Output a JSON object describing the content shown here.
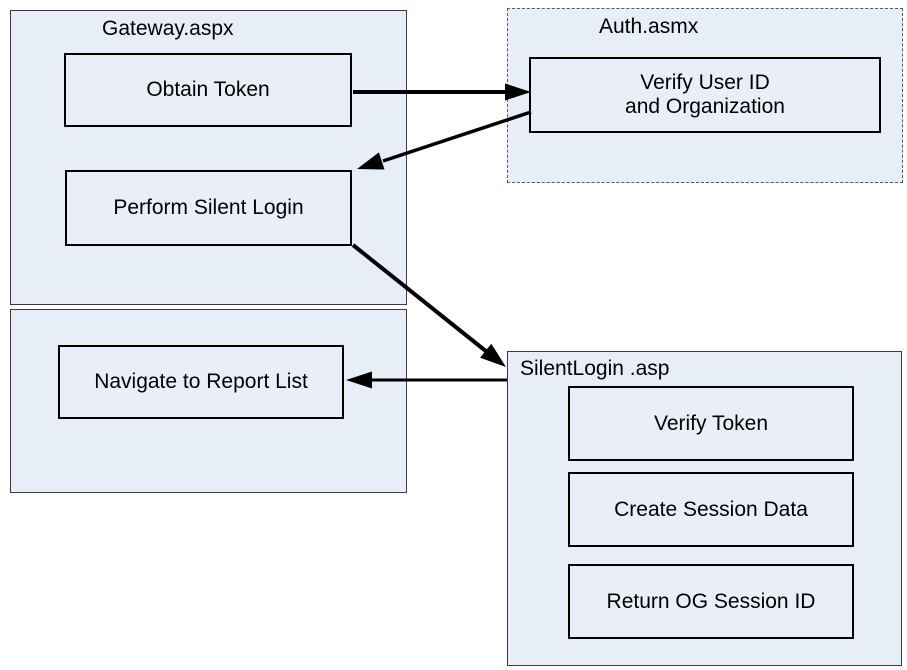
{
  "containers": {
    "gateway": {
      "title": "Gateway.aspx"
    },
    "auth": {
      "title": "Auth.asmx"
    },
    "silent_login": {
      "title": "SilentLogin .asp"
    }
  },
  "nodes": {
    "obtain_token": {
      "label": "Obtain Token"
    },
    "perform_silent_login": {
      "label": "Perform Silent Login"
    },
    "navigate_report_list": {
      "label": "Navigate to Report List"
    },
    "verify_user": {
      "label": "Verify User ID\nand Organization"
    },
    "verify_token": {
      "label": "Verify Token"
    },
    "create_session_data": {
      "label": "Create Session Data"
    },
    "return_og_session_id": {
      "label": "Return OG Session ID"
    }
  },
  "edges": [
    {
      "from": "obtain_token",
      "to": "verify_user"
    },
    {
      "from": "verify_user",
      "to": "perform_silent_login"
    },
    {
      "from": "perform_silent_login",
      "to": "silent_login_container"
    },
    {
      "from": "silent_login_container",
      "to": "navigate_report_list"
    }
  ],
  "colors": {
    "container_fill": "#e8eef8",
    "node_fill": "#e9eef8",
    "node_border": "#000000",
    "container_border": "#3c3c3c",
    "dashed_border": "#585858",
    "arrow": "#000000",
    "text": "#000000",
    "page_background": "#ffffff"
  }
}
